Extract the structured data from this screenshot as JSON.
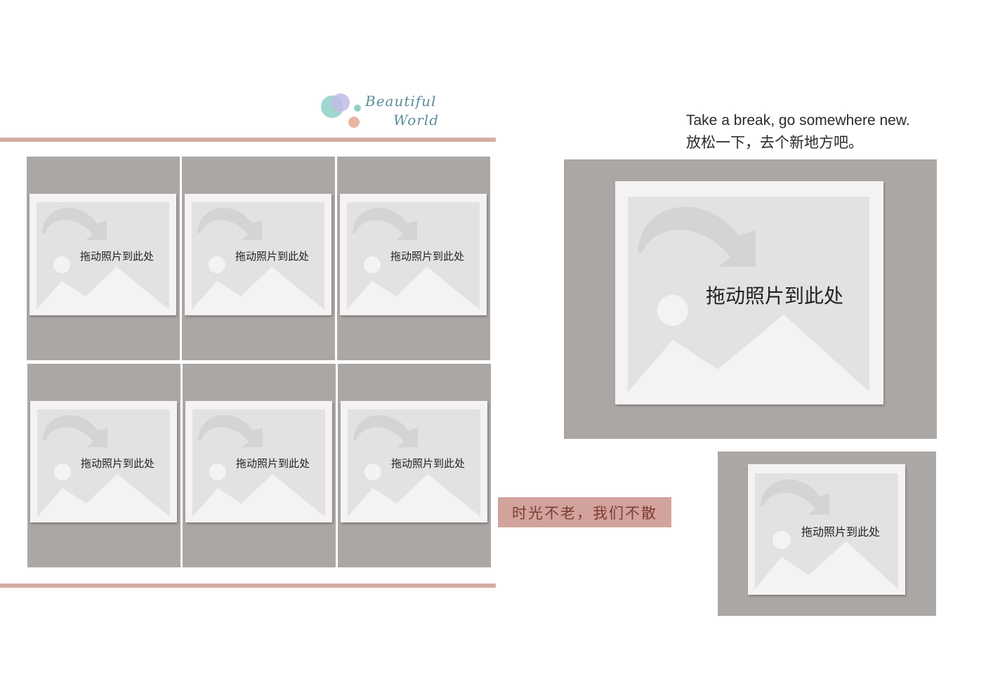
{
  "logo": {
    "line1": "Beautiful",
    "line2": "World",
    "colors": {
      "teal": "#8fd0c8",
      "lavender": "#c2bbe6",
      "peach": "#e8b7a2"
    }
  },
  "tagline": {
    "en": "Take a break, go somewhere new.",
    "zh": "放松一下，去个新地方吧。"
  },
  "banner": {
    "text": "时光不老，我们不散"
  },
  "placeholders": {
    "label": "拖动照片到此处",
    "icon": "image-placeholder-icon",
    "grid_count": 6
  },
  "colors": {
    "accent": "#d6aca3",
    "cell_bg": "#aba7a5",
    "banner_bg": "#d2a39d",
    "banner_text": "#7e3b35"
  }
}
